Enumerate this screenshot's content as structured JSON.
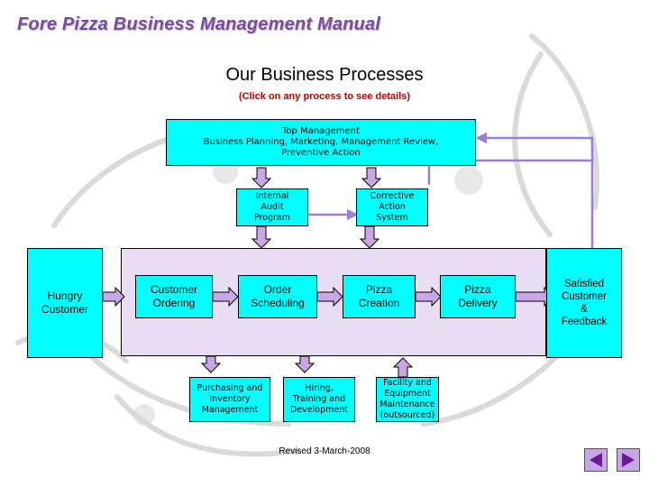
{
  "header": {
    "manual_title": "Fore Pizza Business Management Manual",
    "page_heading": "Our Business Processes",
    "instruction": "(Click on any process to see details)"
  },
  "processes": {
    "top_management": "Top Management\nBusiness Planning, Marketing, Management Review,\nPreventive Action",
    "internal_audit": "Internal\nAudit\nProgram",
    "corrective_action": "Corrective\nAction\nSystem",
    "hungry_customer": "Hungry\nCustomer",
    "customer_ordering": "Customer\nOrdering",
    "order_scheduling": "Order\nScheduling",
    "pizza_creation": "Pizza\nCreation",
    "pizza_delivery": "Pizza\nDelivery",
    "satisfied_customer": "Satisfied\nCustomer\n&\nFeedback",
    "purchasing": "Purchasing and\nInventory\nManagement",
    "hiring": "Hiring,\nTraining and\nDevelopment",
    "facility": "Facility and\nEquipment\nMaintenance\n(outsourced)"
  },
  "footer": {
    "revised": "Revised 3-March-2008"
  },
  "colors": {
    "process_box": "#00ffff",
    "arrow": "#9a7fd6",
    "core_band": "#e9ddf4",
    "title": "#7a4aa0",
    "instruction": "#c00000"
  },
  "icons": {
    "prev": "left-triangle-icon",
    "next": "right-triangle-icon"
  }
}
